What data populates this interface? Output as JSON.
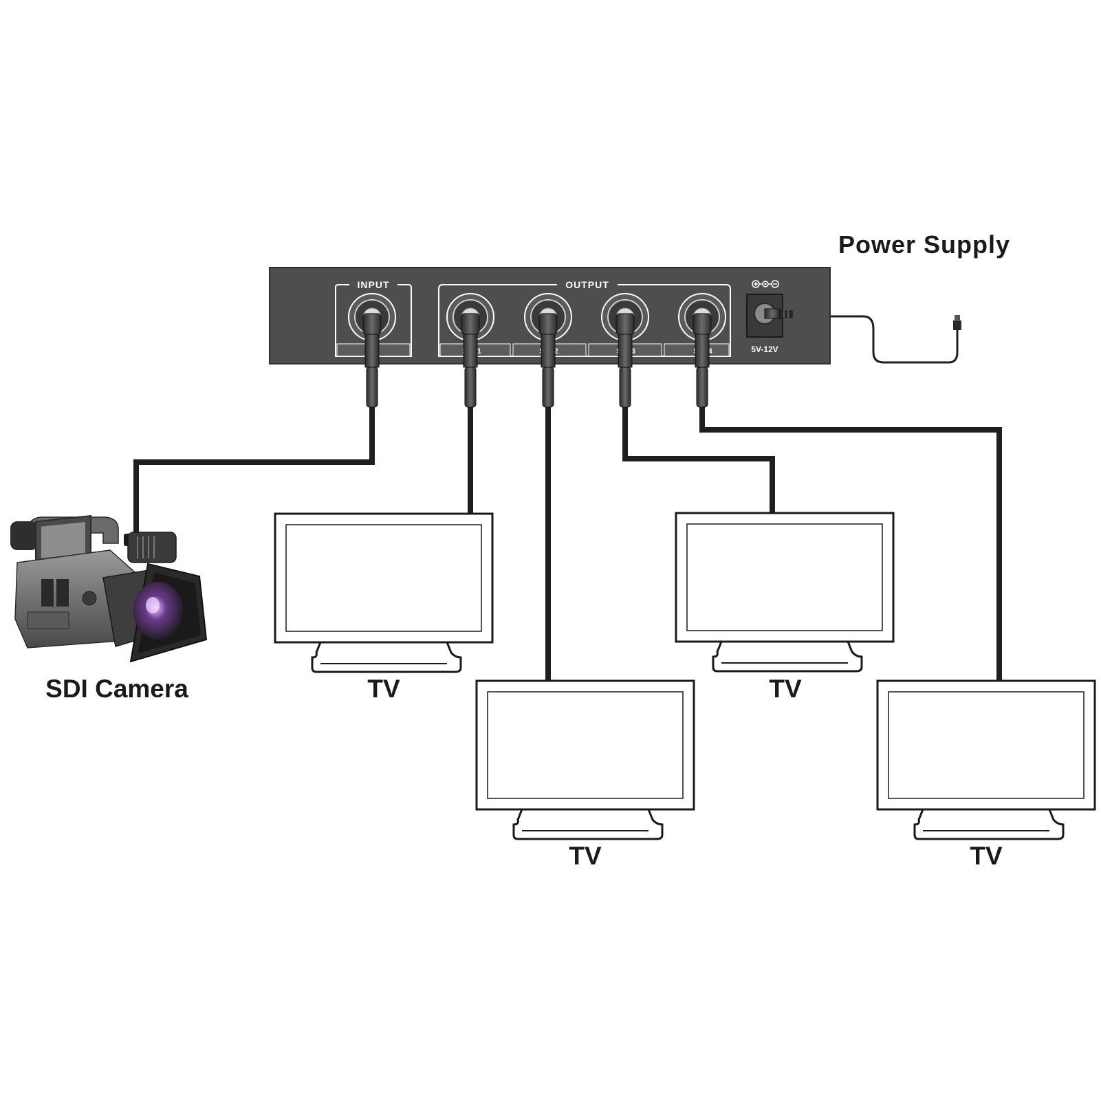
{
  "labels": {
    "power_supply": "Power Supply",
    "camera": "SDI Camera",
    "tv_1": "TV",
    "tv_2": "TV",
    "tv_3": "TV",
    "tv_4": "TV"
  },
  "device": {
    "input_label": "INPUT",
    "output_label": "OUTPUT",
    "voltage": "5V-12V",
    "ports": [
      "SDI 1",
      "SDI 2",
      "SDI 3",
      "SDI 4"
    ]
  },
  "colors": {
    "panel": "#4e4e4e",
    "cable": "#1f1f1f",
    "connector_center": "#f2d000",
    "text": "#1a1a1a"
  }
}
